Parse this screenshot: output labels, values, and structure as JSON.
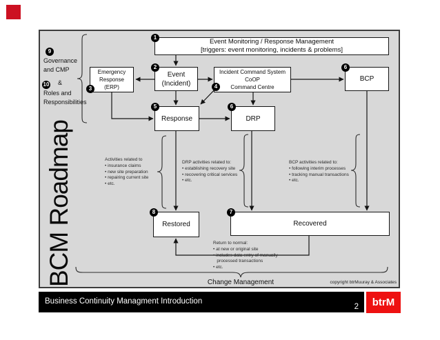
{
  "colors": {
    "corner_square_red": "#cc1122",
    "logo_red": "#ee1111",
    "slide_bg": "#d8d8d8",
    "footer_bg": "#000000"
  },
  "slide": {
    "vertical_title": "BCM Roadmap",
    "governance": {
      "badge9": "9",
      "line1": "Governance",
      "line2": "and CMP",
      "amp": "&",
      "badge10": "10",
      "line3": "Roles and",
      "line4": "Responsibilities"
    },
    "boxes": {
      "event_monitoring": {
        "badge": "1",
        "line1": "Event Monitoring / Response Management",
        "line2": "[triggers: event monitoring, incidents & problems]"
      },
      "event": {
        "badge": "2",
        "line1": "Event",
        "line2": "(Incident)"
      },
      "emergency_response": {
        "badge": "3",
        "line1": "Emergency",
        "line2": "Response",
        "line3": "(ERP)"
      },
      "incident_command": {
        "badge": "4",
        "line1": "Incident Command System",
        "line2": "CoOP",
        "line3": "Command Centre"
      },
      "bcp": {
        "badge": "6",
        "label": "BCP"
      },
      "response": {
        "badge": "5",
        "label": "Response"
      },
      "drp": {
        "badge": "6",
        "label": "DRP"
      },
      "restored": {
        "badge": "8",
        "label": "Restored"
      },
      "recovered": {
        "badge": "7",
        "label": "Recovered"
      }
    },
    "annotations": {
      "restore_activities": {
        "title": "Activities related to",
        "items": [
          "• insurance claims",
          "• new site preparation",
          "• repairing current site",
          "• etc."
        ]
      },
      "drp_activities": {
        "title": "DRP activities related to:",
        "items": [
          "• establishing recovery site",
          "• recovering critical services",
          "• etc."
        ]
      },
      "bcp_activities": {
        "title": "BCP activities related to:",
        "items": [
          "• following interim processes",
          "• tracking manual transactions",
          "• etc."
        ]
      },
      "return_to_normal": {
        "title": "Return to normal:",
        "items": [
          "• at new or original site",
          "• includes data entry of manually",
          "   processed transactions",
          "• etc."
        ]
      }
    },
    "change_management_label": "Change Management",
    "copyright": "copyright btrMuuray & Associates"
  },
  "footer": {
    "title": "Business Continuity Managment Introduction",
    "page_number": "2",
    "logo_text": "btrM"
  }
}
